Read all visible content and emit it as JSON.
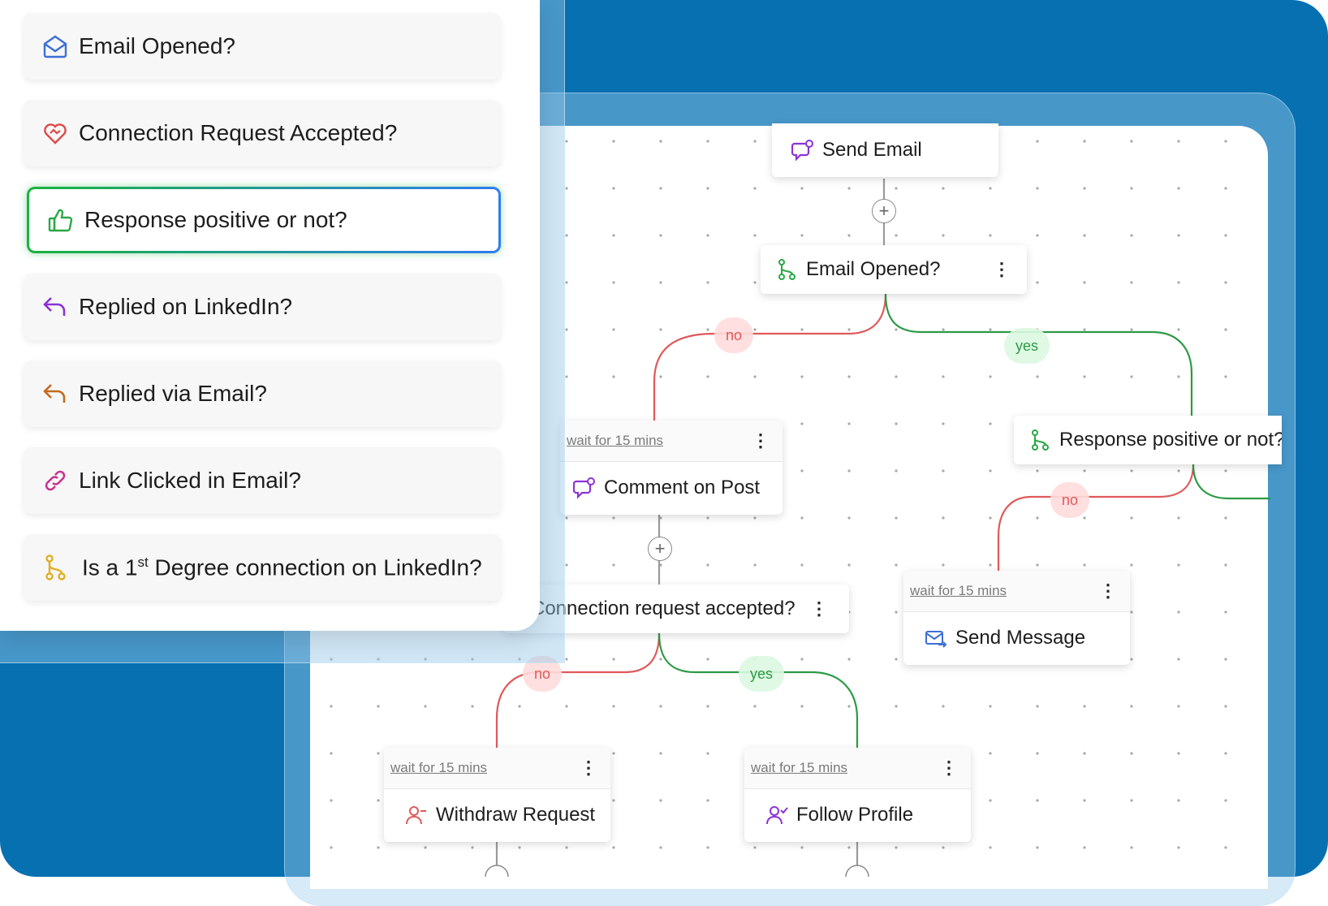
{
  "conditions_panel": {
    "items": [
      {
        "label": "Email Opened?",
        "icon": "envelope-open-icon",
        "color": "#3b6fd8"
      },
      {
        "label": "Connection Request Accepted?",
        "icon": "heart-handshake-icon",
        "color": "#e04848"
      },
      {
        "label": "Response positive or not?",
        "icon": "thumbs-up-icon",
        "color": "#2aa845",
        "selected": true
      },
      {
        "label": "Replied on LinkedIn?",
        "icon": "reply-arrow-icon",
        "color": "#8a33d6"
      },
      {
        "label": "Replied via Email?",
        "icon": "reply-arrow-icon",
        "color": "#c46a1e"
      },
      {
        "label": "Link Clicked in Email?",
        "icon": "link-icon",
        "color": "#c8358f"
      },
      {
        "label_pre": "Is a 1",
        "label_sup": "st",
        "label_post": " Degree connection on LinkedIn?",
        "icon": "branch-icon",
        "color": "#e0b020"
      }
    ]
  },
  "workflow": {
    "send_email": {
      "label": "Send Email"
    },
    "email_opened": {
      "label": "Email Opened?"
    },
    "comment_on_post": {
      "wait": "wait for 15 mins",
      "label": "Comment on Post"
    },
    "response_positive": {
      "label": "Response positive or not?"
    },
    "connection_accepted": {
      "label": "Connection request accepted?"
    },
    "send_message": {
      "wait": "wait for 15 mins",
      "label": "Send Message"
    },
    "withdraw_request": {
      "wait": "wait for 15 mins",
      "label": "Withdraw Request"
    },
    "follow_profile": {
      "wait": "wait for 15 mins",
      "label": "Follow Profile"
    },
    "branch_labels": {
      "no": "no",
      "yes": "yes"
    },
    "plus_symbol": "+"
  },
  "colors": {
    "background": "#0770B0",
    "no_branch": "#e0595a",
    "yes_branch": "#2c9a45",
    "action_icon": "#8a33d6",
    "condition_icon": "#2aa845"
  }
}
